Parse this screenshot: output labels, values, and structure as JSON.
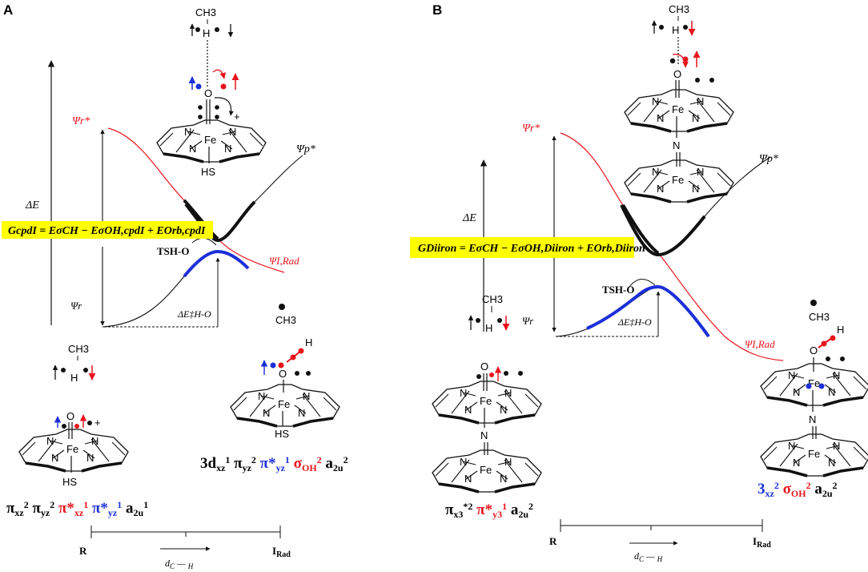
{
  "colors": {
    "red": "#e8141c",
    "blue": "#1c2fd8",
    "black": "#111111",
    "highlight": "#ffff00"
  },
  "panelA": {
    "letter": "A",
    "psi_r_star": "Ψr*",
    "psi_p_star": "Ψp*",
    "psi_r": "Ψr",
    "psi_irad": "ΨI,Rad",
    "delta_e": "ΔE",
    "ts": "TSH-O",
    "barrier": "ΔE‡H-O",
    "equation": "GcpdI = EσCH − EσOH,cpdI + EOrb,cpdI",
    "ch3": "CH3",
    "h": "H",
    "o": "O",
    "hs": "HS",
    "n": "N",
    "fe": "Fe",
    "plus": "+",
    "axis_left": "R",
    "axis_right": "IRad",
    "axis_var": "dC—H",
    "config_left": "πxz2 πyz2 π*xz1 π*yz1 a2u1",
    "config_right": "3dxz1 πyz2 π*yz1 σOH2 a2u2"
  },
  "panelB": {
    "letter": "B",
    "psi_r_star": "Ψr*",
    "psi_p_star": "Ψp*",
    "psi_r": "Ψr",
    "psi_irad": "ΨI,Rad",
    "delta_e": "ΔE",
    "ts": "TSH-O",
    "barrier": "ΔE‡H-O",
    "equation": "GDiiron = EσCH − EσOH,Diiron + EOrb,Diiron",
    "ch3": "CH3",
    "h": "H",
    "o": "O",
    "n": "N",
    "fe": "Fe",
    "axis_left": "R",
    "axis_right": "IRad",
    "axis_var": "dC—H",
    "config_left": "πx3*2 π*y31 a2u2",
    "config_right": "3xz2 σOH2 a2u2"
  }
}
